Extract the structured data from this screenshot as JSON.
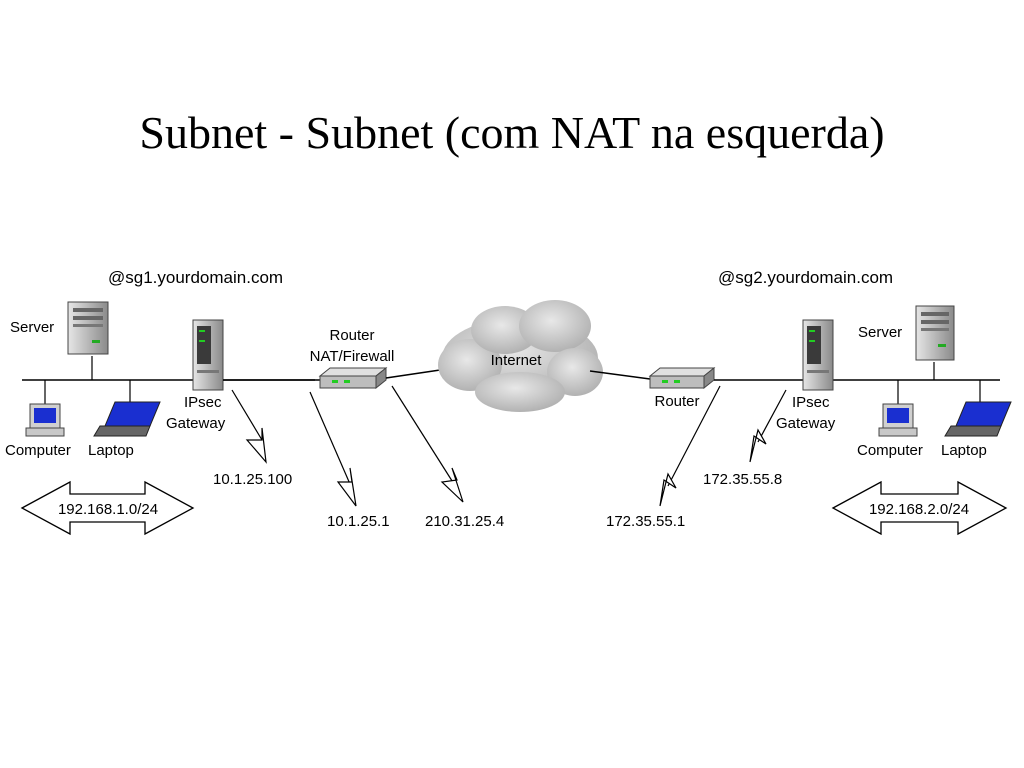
{
  "title": "Subnet - Subnet (com NAT na esquerda)",
  "left_site": {
    "domain": "@sg1.yourdomain.com",
    "server": "Server",
    "gateway_line1": "IPsec",
    "gateway_line2": "Gateway",
    "computer": "Computer",
    "laptop": "Laptop",
    "subnet": "192.168.1.0/24",
    "gateway_ip": "10.1.25.100",
    "router_line1": "Router",
    "router_line2": "NAT/Firewall",
    "router_inner_ip": "10.1.25.1",
    "router_outer_ip": "210.31.25.4"
  },
  "internet_label": "Internet",
  "right_site": {
    "domain": "@sg2.yourdomain.com",
    "server": "Server",
    "gateway_line1": "IPsec",
    "gateway_line2": "Gateway",
    "computer": "Computer",
    "laptop": "Laptop",
    "subnet": "192.168.2.0/24",
    "gateway_ip": "172.35.55.8",
    "router": "Router",
    "router_ip": "172.35.55.1"
  },
  "colors": {
    "line": "#000000",
    "device_gray": "#c8c8c8",
    "cloud": "#b9b9b9",
    "screen_blue": "#1a2fd0"
  }
}
